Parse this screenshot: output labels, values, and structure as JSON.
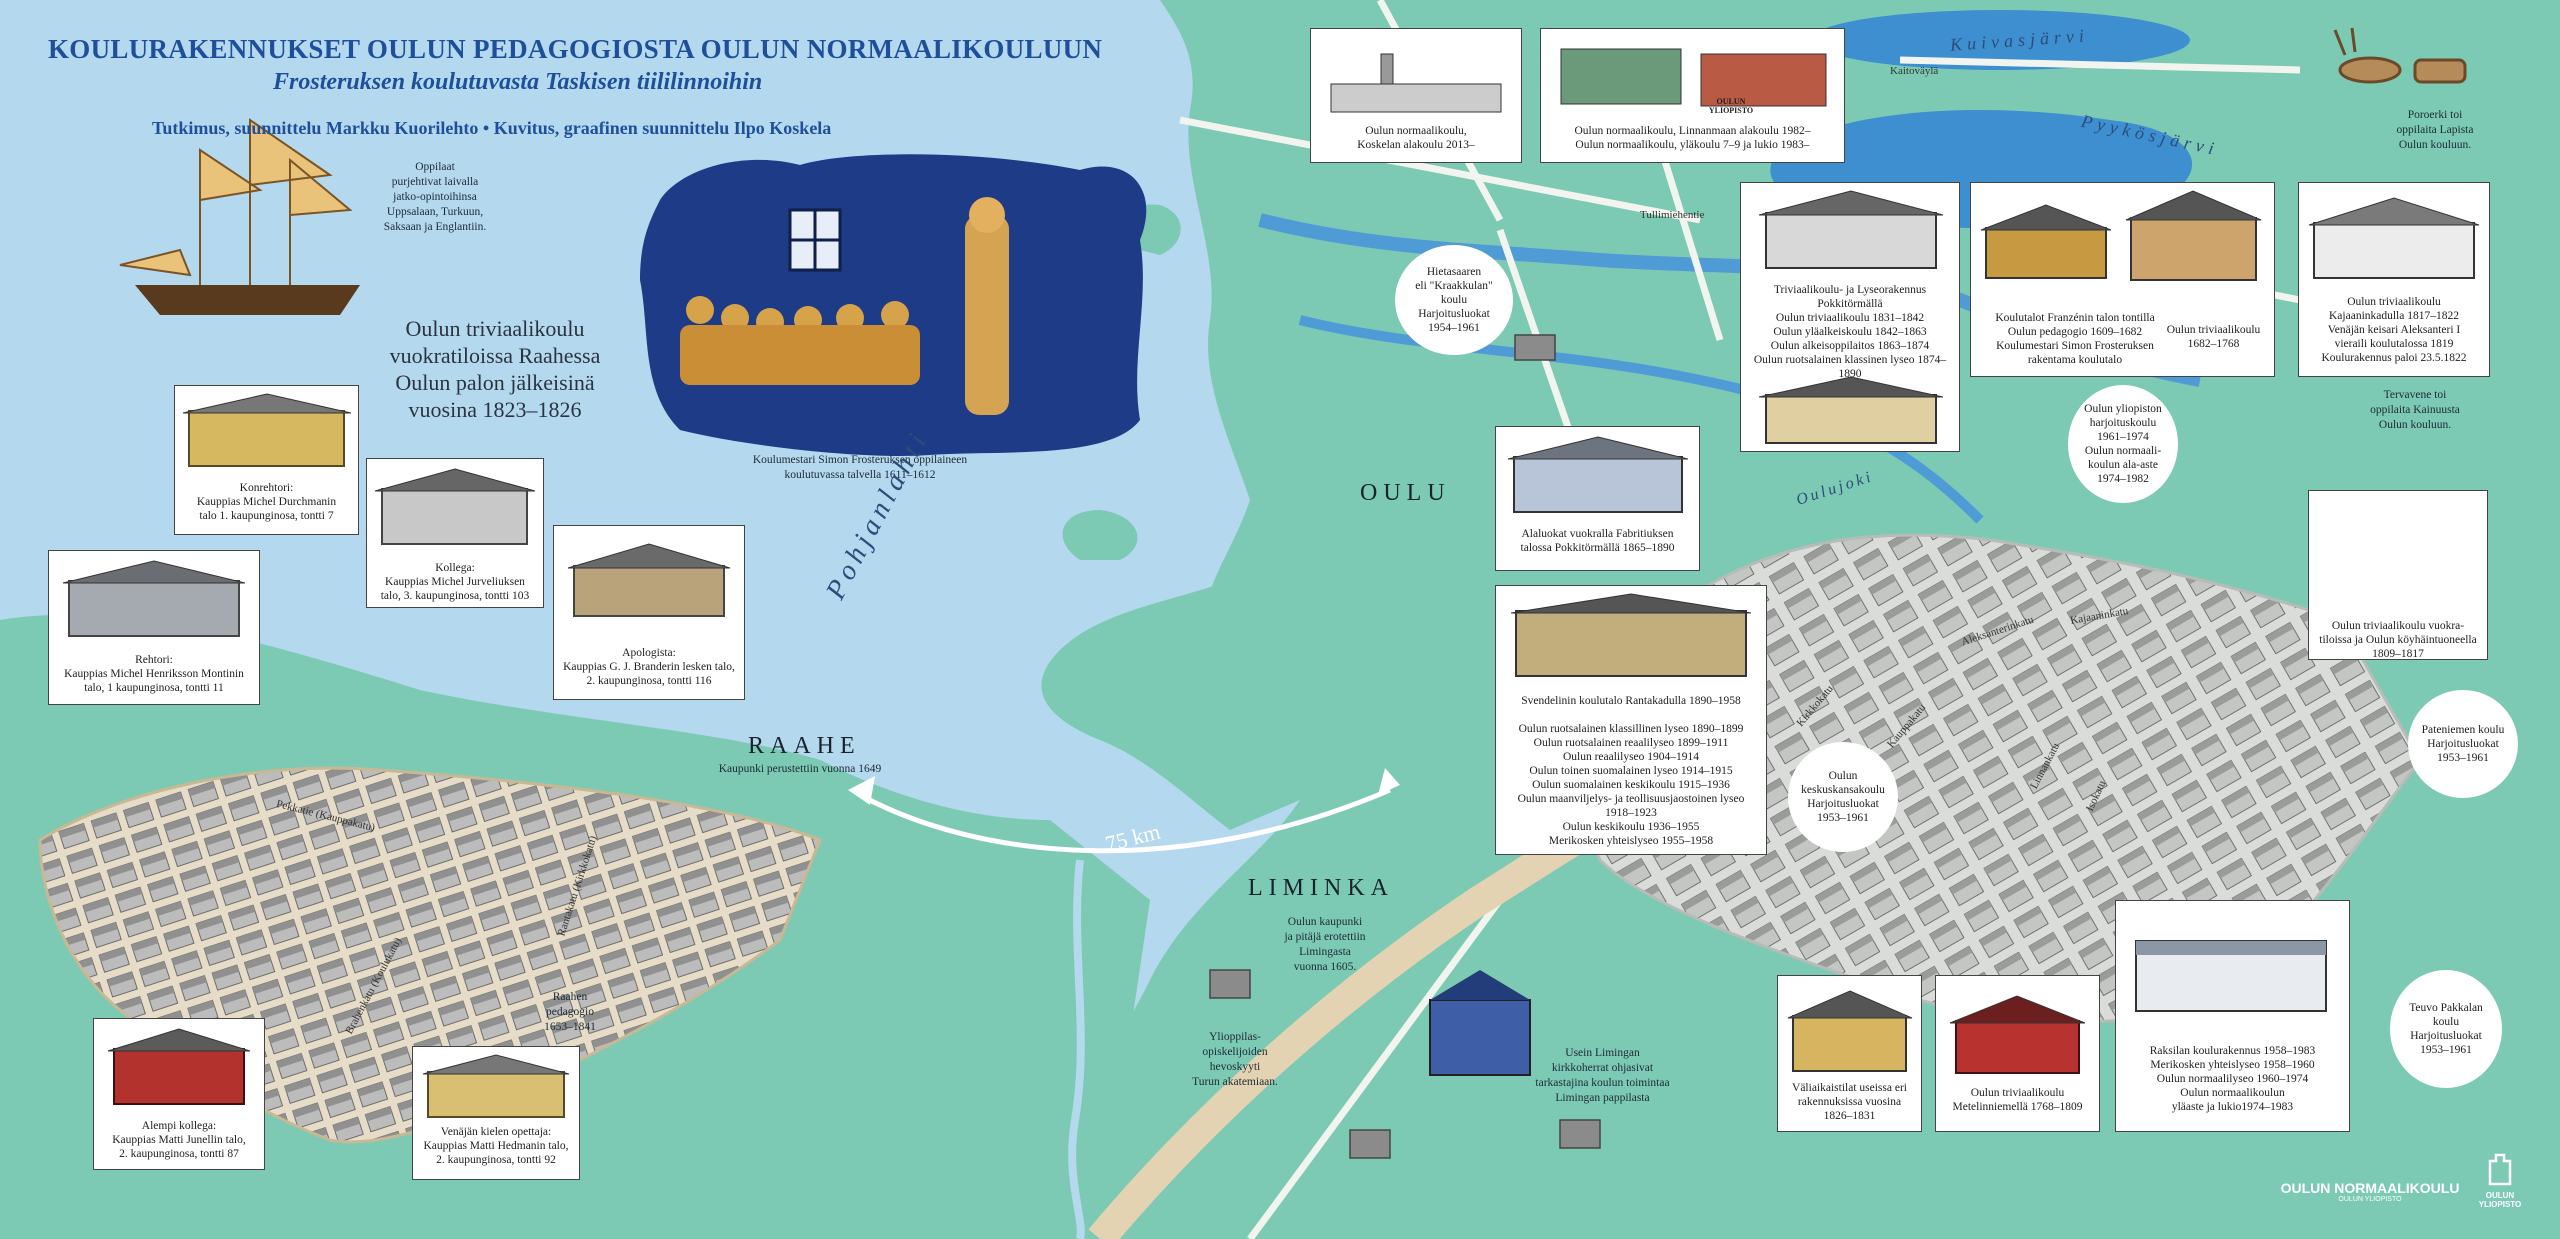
{
  "header": {
    "title": "KOULURAKENNUKSET OULUN PEDAGOGIOSTA OULUN NORMAALIKOULUUN",
    "subtitle": "Frosteruksen koulutuvasta Taskisen tiililinnoihin",
    "credits": "Tutkimus, suunnittelu Markku Kuorilehto • Kuvitus, graafinen suunnittelu Ilpo Koskela"
  },
  "notes": {
    "ship": "Oppilaat\npurjehtivat laivalla\njatko-opintoihinsa\nUppsalaan, Turkuun,\nSaksaan ja Englantiin.",
    "raahe_big": "Oulun triviaalikoulu\nvuokratiloissa Raahessa\nOulun palon jälkeisinä\nvuosina 1823–1826",
    "frosterus": "Koulumestari Simon Frosteruksen oppilaineen\nkoulutuvassa talvella 1611–1612",
    "raahe_founded": "Kaupunki perustettiin vuonna 1649",
    "raahe_pedagogio": "Raahen\npedagogio\n1653–1841",
    "liminka": "Oulun kaupunki\nja pitäjä erotettiin\nLimingasta\nvuonna 1605.",
    "students": "Ylioppilas-\nopiskelijoiden\nhevoskyyti\nTurun akatemiaan.",
    "church": "Usein Limingan\nkirkkoherrat ohjasivat\ntarkastajina koulun toimintaa\nLimingan pappilasta",
    "reindeer": "Poroerki toi\noppilaita Lapista\nOulun kouluun.",
    "tervavene": "Tervavene toi\noppilaita Kainuusta\nOulun kouluun."
  },
  "places": {
    "oulu": "OULU",
    "raahe": "RAAHE",
    "liminka": "LIMINKA",
    "pohjanlahti": "Pohjanlahti",
    "kuivasjarvi": "Kuivasjärvi",
    "pyykosjarvi": "Pyykösjärvi",
    "oulujoki": "Oulujoki",
    "kaitovayla": "Kaitoväylä",
    "tullimiehentie": "Tullimiehentie",
    "distance": "75 km"
  },
  "streets": {
    "pekkatie": "Pekkatie (Kauppakatu)",
    "rantakatu": "Rantakatu (Kirkkokatu)",
    "brahenkatu": "Brahenkatu (Koulukatu)",
    "kirkkokatu": "Kirkkokatu",
    "kauppakatu": "Kauppakatu",
    "aleksanterinkatu": "Aleksanterinkatu",
    "kajaaninkatu": "Kajaaninkatu",
    "linnankatu": "Linnankatu",
    "isokatu": "Isokatu"
  },
  "raahe_cards": [
    {
      "caption": "Konrehtori:\nKauppias Michel Durchmanin\ntalo 1. kaupunginosa, tontti 7"
    },
    {
      "caption": "Kollega:\nKauppias Michel Jurveliuksen\ntalo, 3. kaupunginosa, tontti 103"
    },
    {
      "caption": "Rehtori:\nKauppias Michel Henriksson Montinin\ntalo, 1 kaupunginosa, tontti 11"
    },
    {
      "caption": "Apologista:\nKauppias G. J. Branderin lesken talo,\n2. kaupunginosa, tontti 116"
    },
    {
      "caption": "Alempi kollega:\nKauppias Matti Junellin talo,\n2. kaupunginosa, tontti 87"
    },
    {
      "caption": "Venäjän kielen opettaja:\nKauppias Matti Hedmanin talo,\n2. kaupunginosa, tontti 92"
    }
  ],
  "oulu_cards": [
    {
      "caption": "Oulun normaalikoulu,\nKoskelan alakoulu 2013–"
    },
    {
      "caption": "Oulun normaalikoulu, Linnanmaan alakoulu 1982–\nOulun normaalikoulu, yläkoulu 7–9 ja lukio 1983–"
    },
    {
      "caption": "Triviaalikoulu- ja Lyseorakennus\nPokkitörmällä\nOulun triviaalikoulu 1831–1842\nOulun yläalkeiskoulu 1842–1863\nOulun alkeisoppilaitos 1863–1874\nOulun ruotsalainen klassinen lyseo 1874–1890"
    },
    {
      "caption": "Koulutalot Franzénin talon tontilla\nOulun pedagogio 1609–1682\nKoulumestari Simon Frosteruksen\nrakentama koulutalo"
    },
    {
      "caption": "Oulun triviaalikoulu\n1682–1768"
    },
    {
      "caption": "Oulun triviaalikoulu\nKajaaninkadulla 1817–1822\nVenäjän keisari Aleksanteri I\nvieraili koulutalossa 1819\nKoulurakennus paloi 23.5.1822"
    },
    {
      "caption": "Alaluokat vuokralla Fabritiuksen\ntalossa Pokkitörmällä 1865–1890"
    },
    {
      "caption": "Svendelinin koulutalo Rantakadulla 1890–1958\n\nOulun ruotsalainen klassillinen lyseo 1890–1899\nOulun ruotsalainen reaalilyseo 1899–1911\nOulun reaalilyseo 1904–1914\nOulun toinen suomalainen lyseo 1914–1915\nOulun suomalainen keskikoulu 1915–1936\nOulun maanviljelys- ja teollisuusjaostoinen lyseo\n1918–1923\nOulun keskikoulu 1936–1955\nMerikosken yhteislyseo 1955–1958"
    },
    {
      "caption": "Oulun triviaalikoulu vuokra-\ntiloissa ja Oulun köyhäintuoneella\n1809–1817"
    },
    {
      "caption": "Väliaikaistilat useissa eri\nrakennuksissa vuosina\n1826–1831"
    },
    {
      "caption": "Oulun triviaalikoulu\nMetelinniemellä 1768–1809"
    },
    {
      "caption": "Raksilan koulurakennus 1958–1983\nMerikosken yhteislyseo 1958–1960\nOulun normaalilyseo 1960–1974\nOulun normaalikoulun\nyläaste ja lukio1974–1983"
    }
  ],
  "bubbles": [
    {
      "text": "Hietasaaren\neli \"Kraakkulan\"\nkoulu\nHarjoitusluokat\n1954–1961"
    },
    {
      "text": "Oulun yliopiston\nharjoituskoulu\n1961–1974\nOulun normaali-\nkoulun ala-aste\n1974–1982"
    },
    {
      "text": "Oulun\nkeskuskansakoulu\nHarjoitusluokat\n1953–1961"
    },
    {
      "text": "Pateniemen koulu\nHarjoitusluokat\n1953–1961"
    },
    {
      "text": "Teuvo Pakkalan\nkoulu\nHarjoitusluokat\n1953–1961"
    }
  ],
  "logos": {
    "normaalikoulu": "OULUN NORMAALIKOULU",
    "normaalikoulu_sub": "OULUN YLIOPISTO",
    "yliopisto": "OULUN\nYLIOPISTO",
    "yliopisto_sign": "OULUN\nYLIOPISTO"
  },
  "colors": {
    "land": "#7ccab3",
    "sea": "#b4d8ee",
    "lake": "#3d8fcf",
    "title_blue": "#1f4f9a",
    "town": "#eadcc0",
    "roofs": "#8b8b8b"
  }
}
